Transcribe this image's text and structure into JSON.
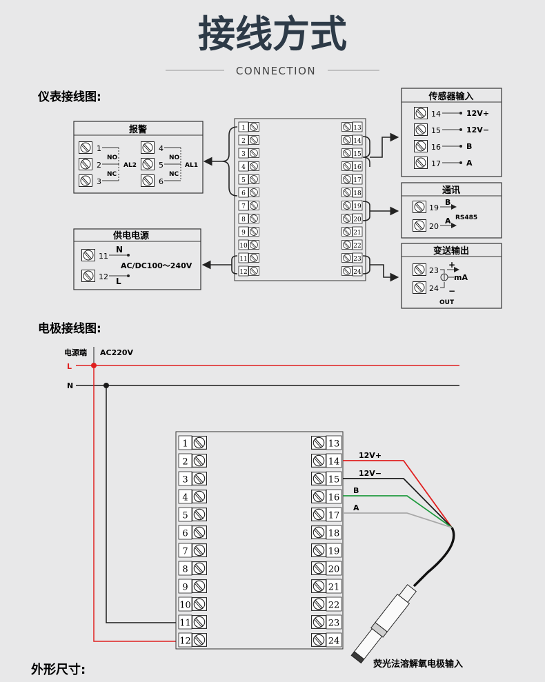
{
  "header": {
    "title": "接线方式",
    "subtitle": "CONNECTION"
  },
  "meter_section": {
    "label": "仪表接线图:"
  },
  "electrode_section": {
    "label": "电极接线图:"
  },
  "dimension_section": {
    "label": "外形尺寸:"
  },
  "alarm_box": {
    "title": "报警",
    "no": "NO",
    "nc": "NC",
    "al2": "AL2",
    "al1": "AL1"
  },
  "power_box": {
    "title": "供电电源",
    "n": "N",
    "l": "L",
    "spec": "AC/DC100～240V"
  },
  "sensor_box": {
    "title": "传感器输入",
    "sig14": "12V+",
    "sig15": "12V−",
    "sig16": "B",
    "sig17": "A"
  },
  "comm_box": {
    "title": "通讯",
    "b": "B",
    "a": "A",
    "rs485": "RS485"
  },
  "transmit_box": {
    "title": "变送输出",
    "plus": "+",
    "minus": "−",
    "ma": "mA",
    "out": "OUT"
  },
  "electrode_diagram": {
    "power_label": "电源端",
    "voltage": "AC220V",
    "line_l": "L",
    "line_n": "N",
    "wire_12v_plus": "12V+",
    "wire_12v_minus": "12V−",
    "wire_b": "B",
    "wire_a": "A",
    "probe_label": "荧光法溶解氧电极输入"
  },
  "terminals": {
    "left": [
      "1",
      "2",
      "3",
      "4",
      "5",
      "6",
      "7",
      "8",
      "9",
      "10",
      "11",
      "12"
    ],
    "right": [
      "13",
      "14",
      "15",
      "16",
      "17",
      "18",
      "19",
      "20",
      "21",
      "22",
      "23",
      "24"
    ]
  },
  "colors": {
    "red": "#e02020",
    "black": "#1a1a1a",
    "green": "#1f9a3e",
    "gray": "#a8a8a8",
    "title": "#2d3a47"
  }
}
